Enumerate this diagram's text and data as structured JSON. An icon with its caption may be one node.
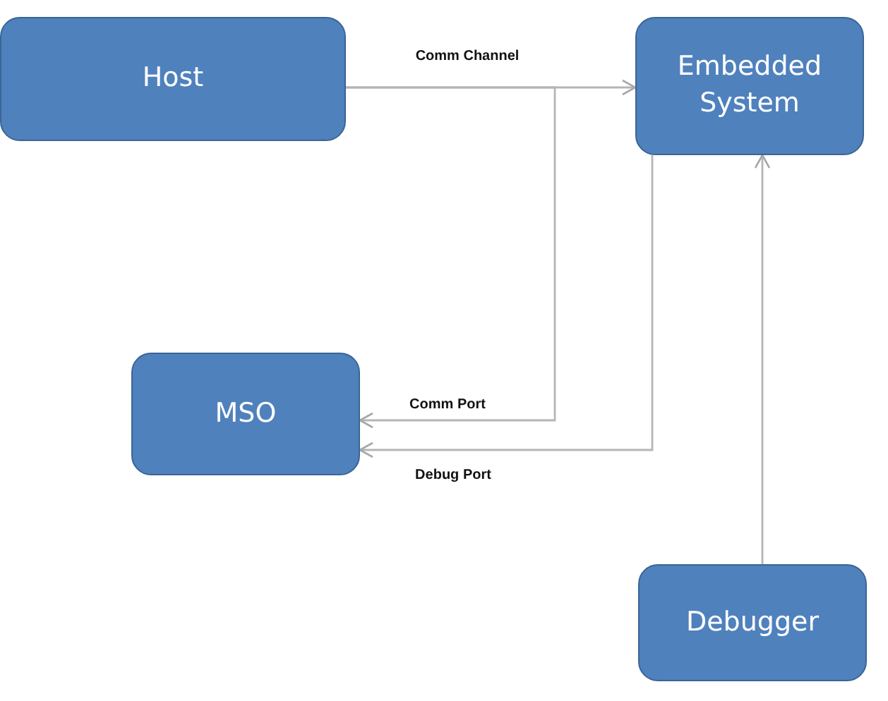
{
  "diagram": {
    "nodes": [
      {
        "text": [
          "Host"
        ]
      },
      {
        "text": [
          "Embedded System"
        ]
      },
      {
        "text": [
          "MSO"
        ]
      },
      {
        "text": [
          "Debugger"
        ]
      }
    ],
    "edges": [
      {
        "from": 0,
        "to": 1,
        "arrow": "to",
        "label": "Comm Channel"
      },
      {
        "from": 0,
        "to": 2,
        "arrow": "to",
        "label": "Comm Port"
      },
      {
        "from": 1,
        "to": 2,
        "arrow": "to",
        "label": "Debug Port"
      },
      {
        "from": 3,
        "to": 1,
        "arrow": "to"
      }
    ]
  }
}
